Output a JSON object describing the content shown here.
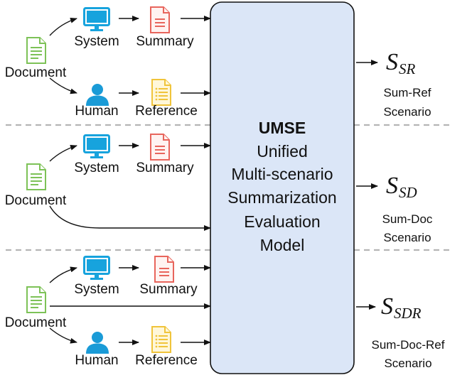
{
  "model": {
    "title": "UMSE",
    "lines": [
      "Unified",
      "Multi-scenario",
      "Summarization",
      "Evaluation",
      "Model"
    ]
  },
  "labels": {
    "document": "Document",
    "system": "System",
    "summary": "Summary",
    "human": "Human",
    "reference": "Reference"
  },
  "outputs": [
    {
      "base": "S",
      "sub": "SR",
      "scenario_lines": [
        "Sum-Ref",
        "Scenario"
      ]
    },
    {
      "base": "S",
      "sub": "SD",
      "scenario_lines": [
        "Sum-Doc",
        "Scenario"
      ]
    },
    {
      "base": "S",
      "sub": "SDR",
      "scenario_lines": [
        "Sum-Doc-Ref",
        "Scenario"
      ]
    }
  ],
  "colors": {
    "document_icon": "#7dc257",
    "system_icon": "#17a3dd",
    "summary_icon": "#e8655c",
    "human_icon": "#1a9bd7",
    "reference_icon": "#f0c43b",
    "model_box_fill": "#dbe6f7",
    "model_box_stroke": "#111111",
    "separator": "#b5b5b5"
  },
  "icons": [
    "document-icon",
    "monitor-icon",
    "summary-doc-icon",
    "person-icon",
    "reference-doc-icon"
  ]
}
